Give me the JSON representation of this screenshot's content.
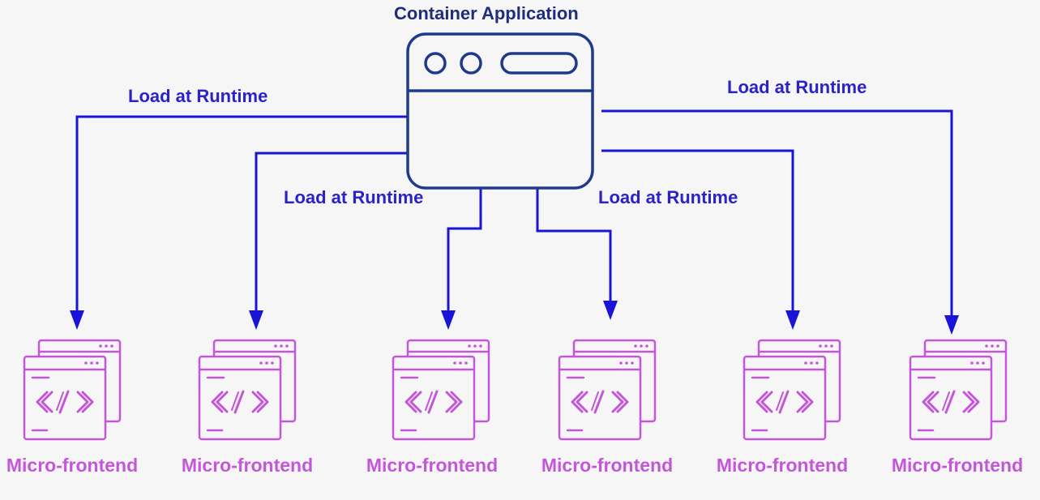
{
  "diagram": {
    "container": {
      "title": "Container Application",
      "icon": "browser-window-icon",
      "color": "#1f3a8a"
    },
    "edge_labels": [
      "Load at Runtime",
      "Load at Runtime",
      "Load at Runtime",
      "Load at Runtime"
    ],
    "micro_frontends": [
      {
        "label": "Micro-frontend",
        "icon": "code-window-icon"
      },
      {
        "label": "Micro-frontend",
        "icon": "code-window-icon"
      },
      {
        "label": "Micro-frontend",
        "icon": "code-window-icon"
      },
      {
        "label": "Micro-frontend",
        "icon": "code-window-icon"
      },
      {
        "label": "Micro-frontend",
        "icon": "code-window-icon"
      },
      {
        "label": "Micro-frontend",
        "icon": "code-window-icon"
      }
    ],
    "colors": {
      "background": "#f6f6f7",
      "arrow": "#1a14d8",
      "label": "#2b22c9",
      "micro_frontend": "#c357d8",
      "container": "#1f3a8a"
    }
  }
}
